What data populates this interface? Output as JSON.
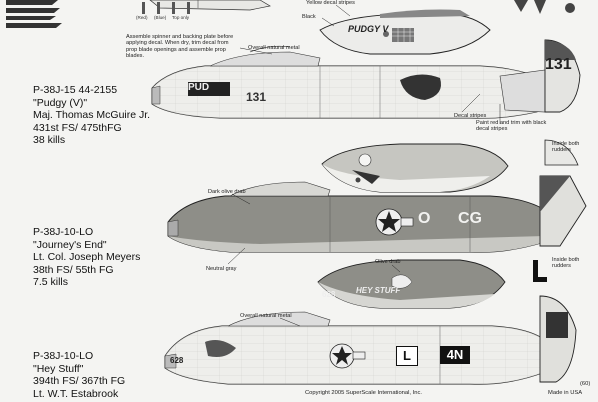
{
  "aircraft": [
    {
      "model": "P-38J-15 44-2155",
      "name": "\"Pudgy (V)\"",
      "pilot": "Maj. Thomas McGuire Jr.",
      "unit": "431st FS/ 475thFG",
      "kills": "38 kills",
      "nose_art": "PUDGY V",
      "boom_code": "131",
      "nose_text": "PUD"
    },
    {
      "model": "P-38J-10-LO",
      "name": "\"Journey's End\"",
      "pilot": "Lt. Col. Joseph Meyers",
      "unit": "38th FS/ 55th FG",
      "kills": "7.5 kills",
      "code_1": "O",
      "code_2": "CG"
    },
    {
      "model": "P-38J-10-LO",
      "name": "\"Hey Stuff\"",
      "unit": "394th FS/ 367th FG",
      "pilot": "Lt. W.T. Estabrook",
      "nose_num": "628",
      "nose_art": "HEY STUFF",
      "code_1": "L",
      "code_2": "4N",
      "fin_letter": "L"
    }
  ],
  "callouts": {
    "yellow": "Yellow decal stripes",
    "black": "Black",
    "natural_metal_1": "Overall natural metal",
    "spinner_note": "Assemble spinner and backing plate before applying decal. When dry, trim decal from prop blade openings and assemble prop blades.",
    "decal_stripes": "Decal stripes",
    "paint_red": "Paint red and trim with black decal stripes",
    "inside_rudders_1": "Inside both rudders",
    "dark_olive": "Dark olive drab",
    "neutral_gray": "Neutral gray",
    "olive_drab": "Olive drab",
    "inside_rudders_2": "Inside both rudders",
    "natural_metal_2": "Overall natural metal"
  },
  "prop_labels": [
    "(Red)",
    "(Blue)",
    "Top only"
  ],
  "footer": {
    "copyright": "Copyright 2005 SuperScale International, Inc.",
    "made_in": "Made in USA",
    "sheet_code": "(60)"
  },
  "colors": {
    "ink": "#111111",
    "olive": "#8c8c86",
    "gray": "#bdbdb8",
    "metal": "#e6e6e3"
  }
}
